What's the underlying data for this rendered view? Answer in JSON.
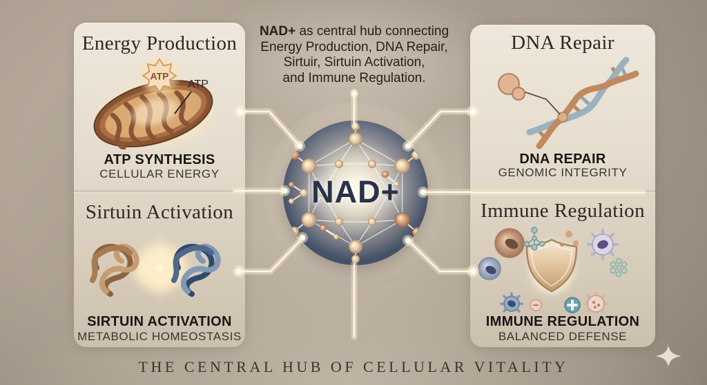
{
  "header": {
    "intro_bold": "NAD+",
    "intro_line1_rest": " as central hub connecting",
    "intro_line2": "Energy Production, DNA Repair,",
    "intro_line3": "Sirtuir, Sirtuin Activation,",
    "intro_line4": "and Immune Regulation."
  },
  "hub": {
    "label": "NAD+"
  },
  "panels": {
    "energy": {
      "title": "Energy Production",
      "badge_label": "ATP",
      "annotation_label": "ATP",
      "heading": "ATP SYNTHESIS",
      "subheading": "CELLULAR ENERGY"
    },
    "dna": {
      "title": "DNA Repair",
      "heading": "DNA REPAIR",
      "subheading": "GENOMIC INTEGRITY"
    },
    "sirtuin": {
      "title": "Sirtuin Activation",
      "heading": "SIRTUIN ACTIVATION",
      "subheading": "METABOLIC HOMEOSTASIS"
    },
    "immune": {
      "title": "Immune Regulation",
      "heading": "IMMUNE REGULATION",
      "subheading": "BALANCED DEFENSE"
    }
  },
  "footer": {
    "caption": "THE CENTRAL HUB OF CELLULAR VITALITY"
  },
  "icons": {
    "sparkle": "four-pointed-star",
    "mitochondria": "mitochondria-illustration",
    "dna_helix": "dna-double-helix-illustration",
    "sirtuin_proteins": "protein-ribbon-pair-illustration",
    "immune_shield": "shield-with-immune-cells-illustration",
    "nad_molecule": "glowing-molecular-hexagon"
  },
  "colors": {
    "background": "#a89c8d",
    "panel": "#e7dfd2",
    "hub_circle": "#46536b",
    "glow": "#ffeecd",
    "text_primary": "#24211d",
    "hub_label": "#2a3248"
  }
}
